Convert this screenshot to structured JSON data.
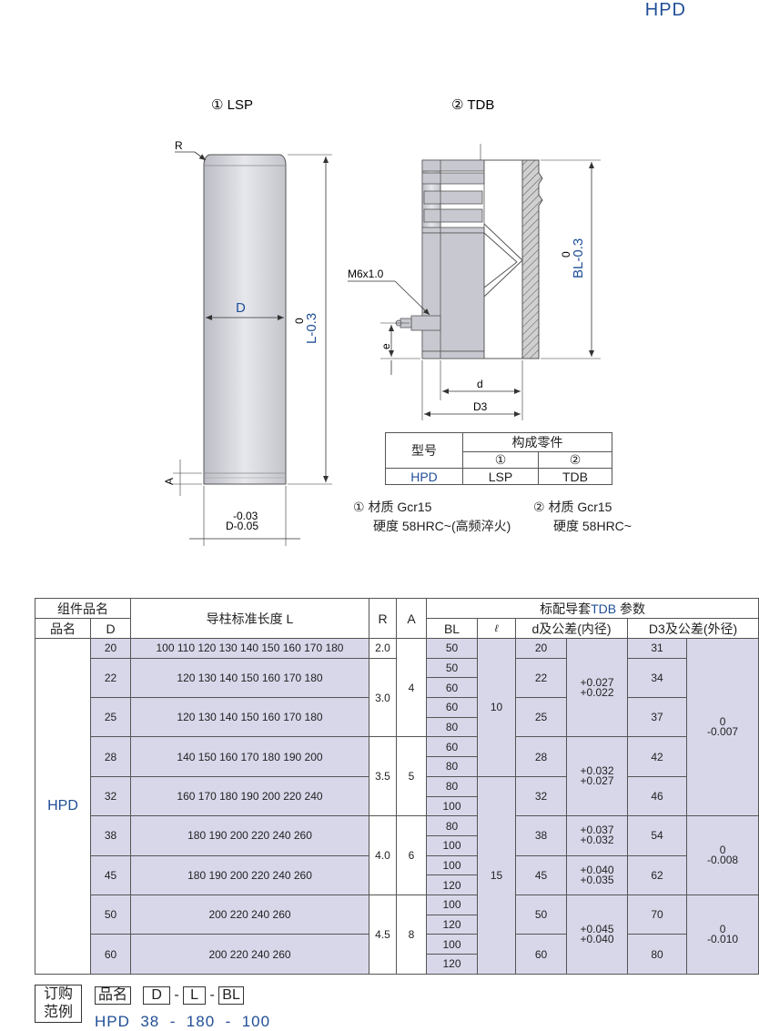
{
  "header": {
    "code": "HPD"
  },
  "drawing": {
    "lsp_caption": "① LSP",
    "tdb_caption": "② TDB",
    "labels": {
      "r": "R",
      "d_big": "D",
      "a": "A",
      "l_tol_top": "0",
      "l_tol": "L-0.3",
      "d_tol_top": "-0.03",
      "d_tol": "D-0.05",
      "m6": "M6x1.0",
      "e": "e",
      "d_small": "d",
      "d3": "D3",
      "bl_tol_top": "0",
      "bl_tol": "BL-0.3"
    }
  },
  "component_table": {
    "model_header": "型号",
    "parts_header": "构成零件",
    "part1": "①",
    "part2": "②",
    "model": "HPD",
    "part1_name": "LSP",
    "part2_name": "TDB"
  },
  "materials": {
    "m1_line1": "① 材质  Gcr15",
    "m1_line2": "硬度  58HRC~(高频淬火)",
    "m2_line1": "② 材质  Gcr15",
    "m2_line2": "硬度  58HRC~"
  },
  "spec_table": {
    "h_group": "组件品名",
    "h_name": "品名",
    "h_D": "D",
    "h_L": "导柱标准长度 L",
    "h_R": "R",
    "h_A": "A",
    "h_std_a": "标配导套",
    "h_std_b": "TDB",
    "h_std_c": "参数",
    "h_BL": "BL",
    "h_ell": "ℓ",
    "h_d": "d及公差(内径)",
    "h_D3": "D3及公差(外径)",
    "name": "HPD",
    "D": [
      "20",
      "22",
      "25",
      "28",
      "32",
      "38",
      "45",
      "50",
      "60"
    ],
    "L": [
      "100 110 120 130 140 150 160 170 180",
      "120 130 140 150 160 170 180",
      "120 130 140 150 160 170 180",
      "140 150 160 170 180 190 200",
      "160 170 180 190 200 220 240",
      "180 190 200 220 240 260",
      "180 190 200 220 240 260",
      "200 220 240 260",
      "200 220 240 260"
    ],
    "R": [
      "2.0",
      "3.0",
      "3.5",
      "4.0",
      "4.5"
    ],
    "A": [
      "4",
      "5",
      "6",
      "8"
    ],
    "BL": [
      "50",
      "50",
      "60",
      "60",
      "80",
      "60",
      "80",
      "80",
      "100",
      "80",
      "100",
      "100",
      "120",
      "100",
      "120",
      "100",
      "120"
    ],
    "ell": [
      "10",
      "15"
    ],
    "d": [
      "20",
      "22",
      "25",
      "28",
      "32",
      "38",
      "45",
      "50",
      "60"
    ],
    "d_tol": [
      {
        "top": "+0.027",
        "bot": "+0.022"
      },
      {
        "top": "+0.032",
        "bot": "+0.027"
      },
      {
        "top": "+0.037",
        "bot": "+0.032"
      },
      {
        "top": "+0.040",
        "bot": "+0.035"
      },
      {
        "top": "+0.045",
        "bot": "+0.040"
      }
    ],
    "D3": [
      "31",
      "34",
      "37",
      "42",
      "46",
      "54",
      "62",
      "70",
      "80"
    ],
    "D3_tol": [
      {
        "top": "0",
        "bot": "-0.007"
      },
      {
        "top": "0",
        "bot": "-0.008"
      },
      {
        "top": "0",
        "bot": "-0.010"
      }
    ]
  },
  "order": {
    "label_line1": "订购",
    "label_line2": "范例",
    "name": "品名",
    "D": "D",
    "L": "L",
    "BL": "BL",
    "dash": "-",
    "example": "HPD  38  -  180  -  100"
  }
}
